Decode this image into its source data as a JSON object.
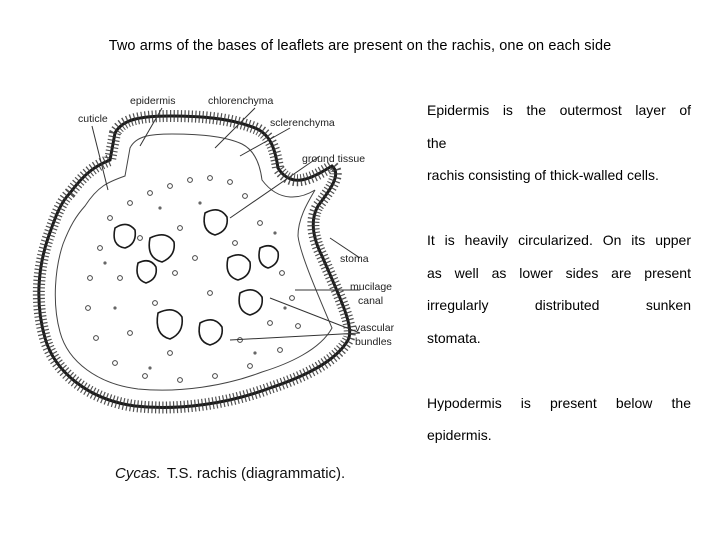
{
  "slide": {
    "title": "Two arms of the bases of leaflets are present on the rachis, one on each side"
  },
  "figure": {
    "labels": {
      "epidermis": "epidermis",
      "chlorenchyma": "chlorenchyma",
      "cuticle": "cuticle",
      "sclerenchyma": "sclerenchyma",
      "ground_tissue": "ground tissue",
      "stoma": "stoma",
      "mucilage_1": "mucilage",
      "mucilage_2": "canal",
      "vascular_1": "vascular",
      "vascular_2": "bundles"
    },
    "caption_italic": "Cycas.",
    "caption_rest": "T.S. rachis (diagrammatic)."
  },
  "text": {
    "p1_line1": "Epidermis is the outermost layer of",
    "p1_line2": "the",
    "p1_line3": "rachis consisting of thick-walled cells.",
    "p2_line1": "It is heavily circularized. On its upper",
    "p2_line2": "as well as lower sides are present",
    "p2_line3": "irregularly distributed sunken",
    "p2_line4": "stomata.",
    "p3_line1": "Hypodermis is present below the",
    "p3_line2": "epidermis."
  }
}
